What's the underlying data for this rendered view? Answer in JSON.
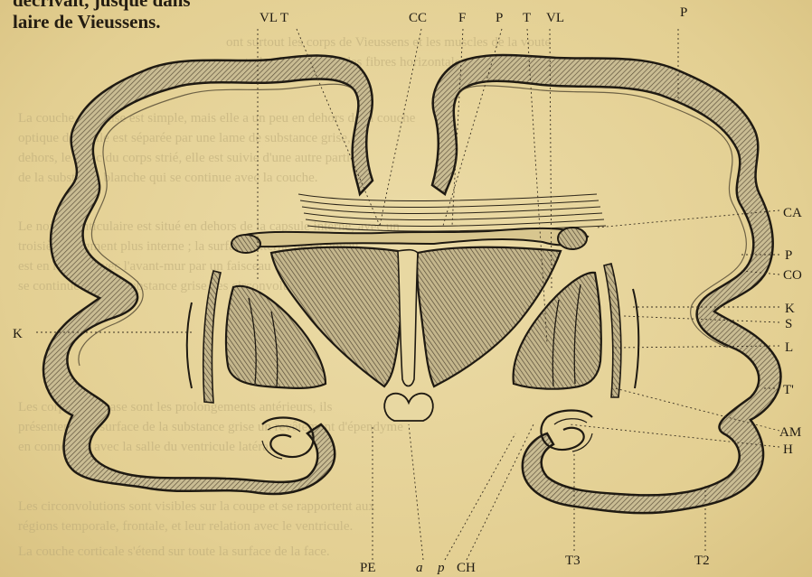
{
  "caption": {
    "line1": "décrivait, jusque dans",
    "line2": "laire de Vieussens."
  },
  "labels": {
    "top": [
      "VL T",
      "CC",
      "F",
      "P",
      "T",
      "VL",
      "P"
    ],
    "right": [
      "CA",
      "P",
      "CO",
      "K",
      "S",
      "L",
      "T'",
      "AM",
      "H"
    ],
    "left": [
      "K"
    ],
    "bottom": [
      "PE",
      "a",
      "p",
      "CH",
      "T3",
      "T2"
    ]
  },
  "colors": {
    "paper": "#e6d49a",
    "ink": "#1f1a12",
    "hatch_fill": "#b8ab86",
    "cavity": "#e4d294"
  }
}
